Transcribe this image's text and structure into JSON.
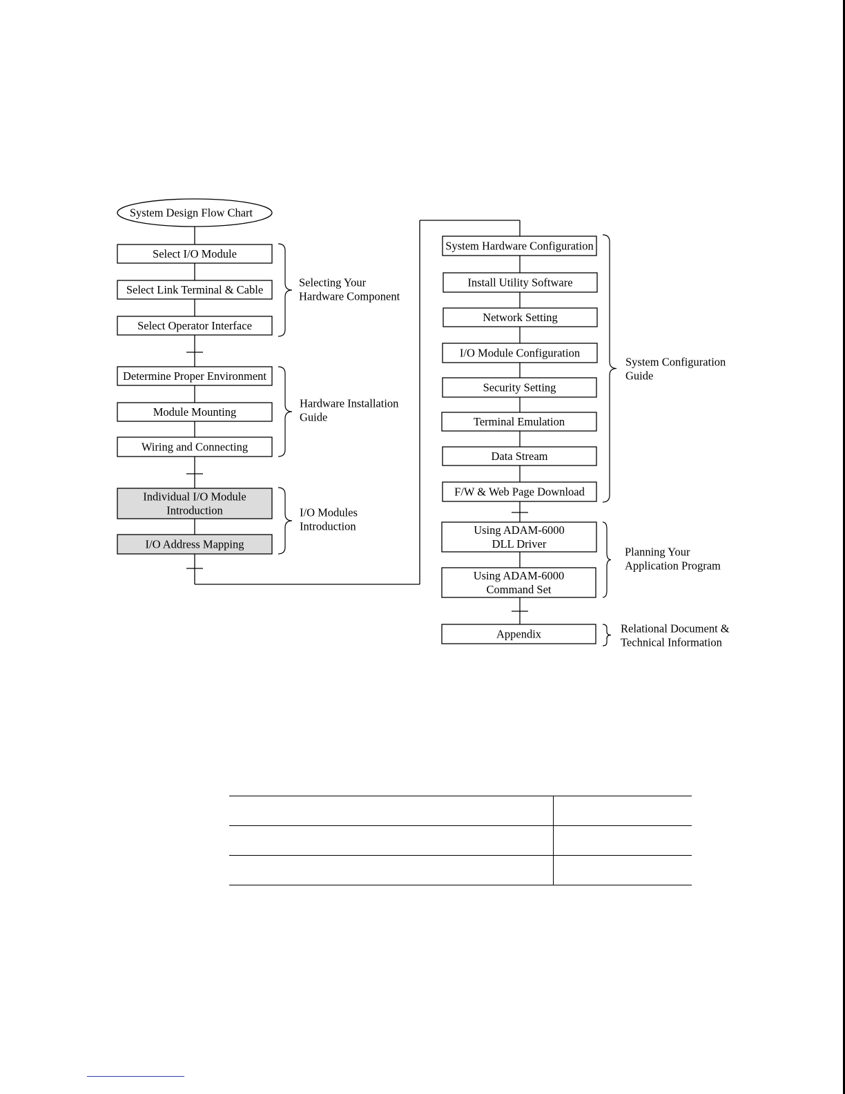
{
  "flowchart": {
    "start": "System Design Flow Chart",
    "left_column": [
      {
        "id": "select-io-module",
        "lines": [
          "Select I/O Module"
        ],
        "shaded": false
      },
      {
        "id": "select-link-terminal",
        "lines": [
          "Select Link Terminal & Cable"
        ],
        "shaded": false
      },
      {
        "id": "select-operator-interface",
        "lines": [
          "Select Operator Interface"
        ],
        "shaded": false
      },
      {
        "id": "determine-environment",
        "lines": [
          "Determine Proper Environment"
        ],
        "shaded": false
      },
      {
        "id": "module-mounting",
        "lines": [
          "Module Mounting"
        ],
        "shaded": false
      },
      {
        "id": "wiring-connecting",
        "lines": [
          "Wiring and Connecting"
        ],
        "shaded": false
      },
      {
        "id": "individual-io-intro",
        "lines": [
          "Individual I/O Module",
          "Introduction"
        ],
        "shaded": true
      },
      {
        "id": "io-address-mapping",
        "lines": [
          "I/O Address Mapping"
        ],
        "shaded": true
      }
    ],
    "right_column": [
      {
        "id": "system-hardware-config",
        "lines": [
          "System Hardware Configuration"
        ],
        "shaded": false
      },
      {
        "id": "install-utility",
        "lines": [
          "Install Utility Software"
        ],
        "shaded": false
      },
      {
        "id": "network-setting",
        "lines": [
          "Network Setting"
        ],
        "shaded": false
      },
      {
        "id": "io-module-config",
        "lines": [
          "I/O Module Configuration"
        ],
        "shaded": false
      },
      {
        "id": "security-setting",
        "lines": [
          "Security Setting"
        ],
        "shaded": false
      },
      {
        "id": "terminal-emulation",
        "lines": [
          "Terminal Emulation"
        ],
        "shaded": false
      },
      {
        "id": "data-stream",
        "lines": [
          "Data Stream"
        ],
        "shaded": false
      },
      {
        "id": "fw-web-download",
        "lines": [
          "F/W & Web Page Download"
        ],
        "shaded": false
      },
      {
        "id": "using-dll-driver",
        "lines": [
          "Using ADAM-6000",
          "DLL Driver"
        ],
        "shaded": false
      },
      {
        "id": "using-command-set",
        "lines": [
          "Using ADAM-6000",
          "Command Set"
        ],
        "shaded": false
      },
      {
        "id": "appendix",
        "lines": [
          "Appendix"
        ],
        "shaded": false
      }
    ],
    "groups": [
      {
        "id": "selecting-hardware",
        "lines": [
          "Selecting Your",
          "Hardware Component"
        ]
      },
      {
        "id": "hardware-installation",
        "lines": [
          "Hardware Installation",
          "Guide"
        ]
      },
      {
        "id": "io-modules-intro",
        "lines": [
          "I/O Modules",
          "Introduction"
        ]
      },
      {
        "id": "system-config-guide",
        "lines": [
          "System Configuration",
          "Guide"
        ]
      },
      {
        "id": "planning-application",
        "lines": [
          "Planning Your",
          "Application Program"
        ]
      },
      {
        "id": "relational-document",
        "lines": [
          "Relational Document &",
          "Technical Information"
        ]
      }
    ]
  },
  "table": {
    "rows": [
      [
        "",
        ""
      ],
      [
        "",
        ""
      ],
      [
        "",
        ""
      ]
    ]
  }
}
